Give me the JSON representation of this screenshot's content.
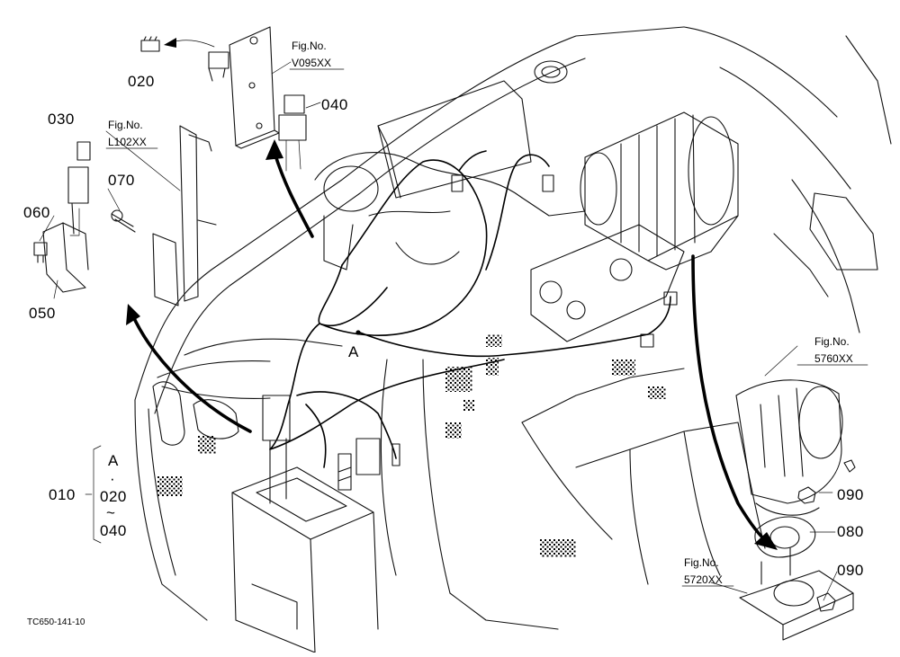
{
  "drawing_code": "TC650-141-10",
  "view_label": "A",
  "part_labels": {
    "p010": "010",
    "p020": "020",
    "p030": "030",
    "p040": "040",
    "p050": "050",
    "p060": "060",
    "p070": "070",
    "p080": "080",
    "p090a": "090",
    "p090b": "090"
  },
  "figure_refs": [
    {
      "title": "Fig.No.",
      "code": "V095XX"
    },
    {
      "title": "Fig.No.",
      "code": "L102XX"
    },
    {
      "title": "Fig.No.",
      "code": "5760XX"
    },
    {
      "title": "Fig.No.",
      "code": "5720XX"
    }
  ],
  "kit_group": {
    "view": "A",
    "separator": "·",
    "from": "020",
    "range_mark": "~",
    "to": "040"
  }
}
